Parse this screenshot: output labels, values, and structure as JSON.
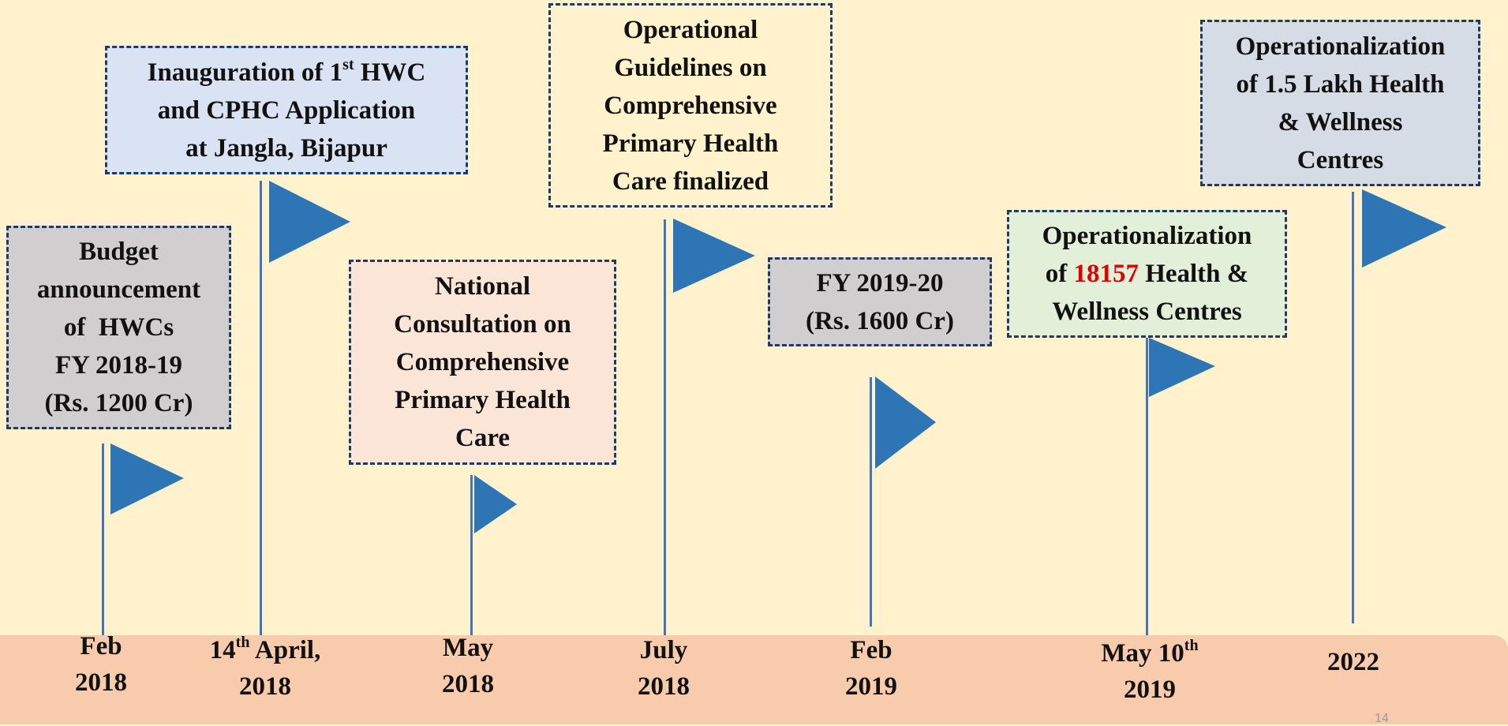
{
  "colors": {
    "background": "#fff2cc",
    "timeline_band": "#f8cbad",
    "flag": "#2e75b6",
    "pole": "#4472c4",
    "box_border": "#1f3b64",
    "highlight": "#e00000"
  },
  "milestones": [
    {
      "date_line1": "Feb",
      "date_line2": "2018",
      "box_lines": [
        "Budget",
        "announcement",
        "of  HWCs",
        "FY 2018-19",
        "(Rs. 1200 Cr)"
      ],
      "box_color": "#d0cece"
    },
    {
      "date_line1_pre": "14",
      "date_line1_sup": "th",
      "date_line1_post": " April,",
      "date_line2": "2018",
      "box_line1_pre": "Inauguration of 1",
      "box_line1_sup": "st",
      "box_line1_post": " HWC",
      "box_lines": [
        "and CPHC Application",
        "at Jangla, Bijapur"
      ],
      "box_color": "#dae3f3"
    },
    {
      "date_line1": "May",
      "date_line2": "2018",
      "box_lines": [
        "National",
        "Consultation on",
        "Comprehensive",
        "Primary Health",
        "Care"
      ],
      "box_color": "#fbe5d6"
    },
    {
      "date_line1": "July",
      "date_line2": "2018",
      "box_lines": [
        "Operational",
        "Guidelines on",
        "Comprehensive",
        "Primary Health",
        "Care finalized"
      ],
      "box_color": "#fff2cc"
    },
    {
      "date_line1": "Feb",
      "date_line2": "2019",
      "box_lines": [
        "FY 2019-20",
        "(Rs. 1600 Cr)"
      ],
      "box_color": "#d0cece"
    },
    {
      "date_line1_pre": "May 10",
      "date_line1_sup": "th",
      "date_line2": "2019",
      "box_line1": "Operationalization",
      "box_line2_pre": "of ",
      "box_line2_red": "18157",
      "box_line2_post": " Health &",
      "box_line3": "Wellness Centres",
      "box_color": "#e2f0d9"
    },
    {
      "date_line1": "2022",
      "box_lines": [
        "Operationalization",
        "of 1.5 Lakh Health",
        "& Wellness",
        "Centres"
      ],
      "box_color": "#d6dce5"
    }
  ],
  "page_number": "14"
}
